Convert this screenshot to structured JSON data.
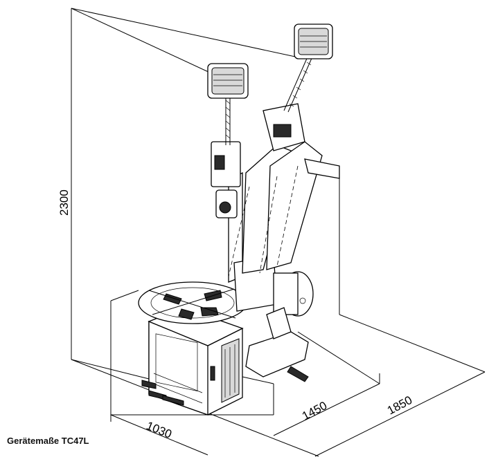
{
  "dimensions": {
    "height": "2300",
    "width": "1030",
    "depth": "1450",
    "depth_max": "1850"
  },
  "caption": "Gerätemaße TC47L"
}
